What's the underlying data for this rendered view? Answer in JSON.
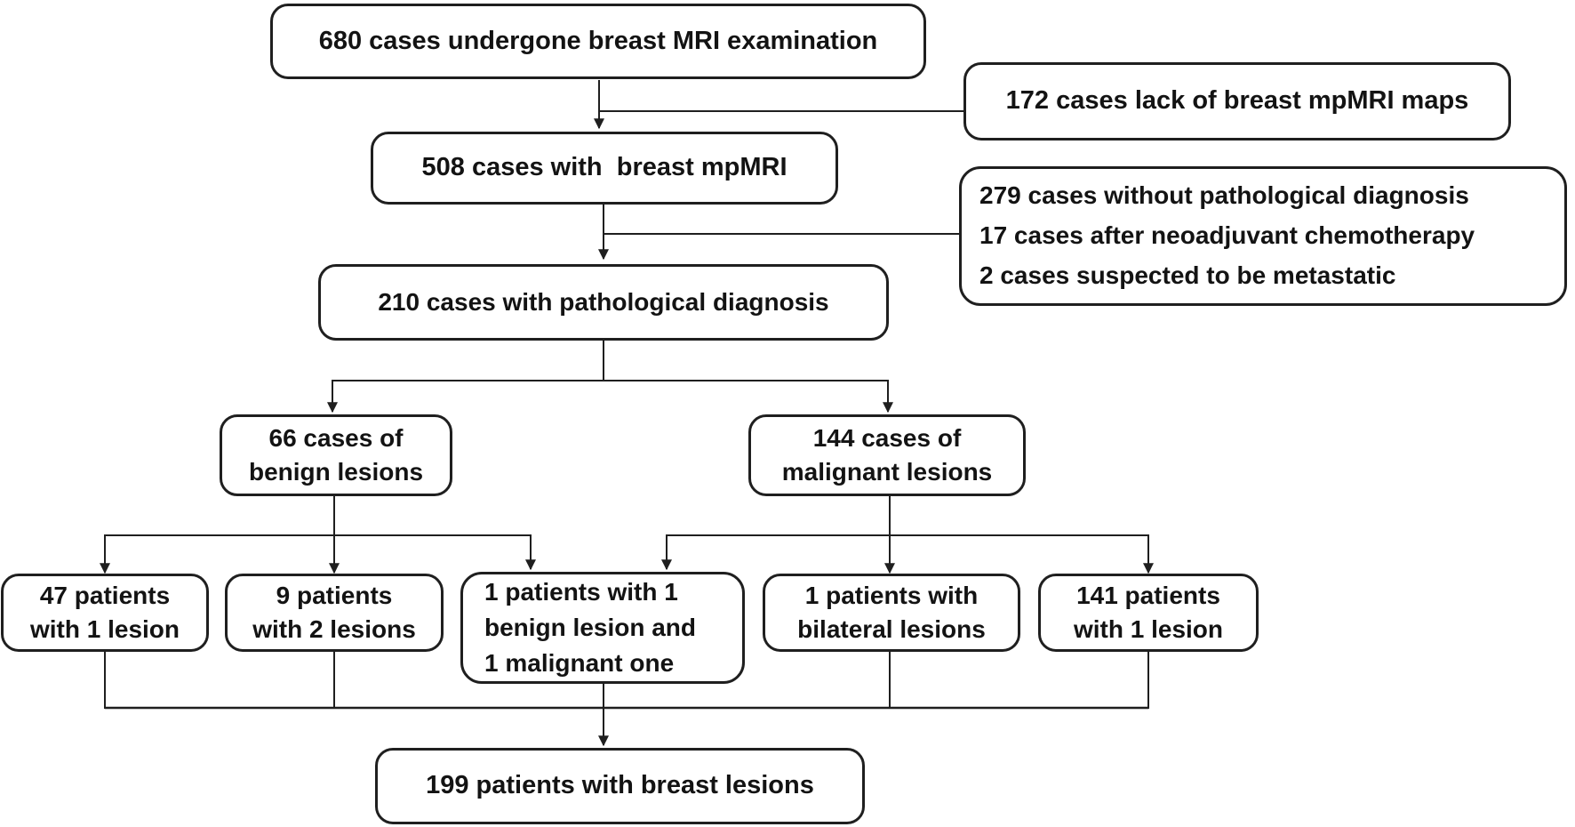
{
  "flowchart": {
    "total": {
      "label": "680 cases undergone breast MRI examination"
    },
    "excluded_no_mpmri": {
      "label": "172 cases lack of breast mpMRI maps"
    },
    "with_mpmri": {
      "label": "508 cases with  breast mpMRI"
    },
    "excluded_other": {
      "label": "279 cases without pathological diagnosis\n17 cases after neoadjuvant chemotherapy\n2 cases suspected to be metastatic"
    },
    "with_pathology": {
      "label": "210 cases with pathological diagnosis"
    },
    "benign": {
      "label": "66 cases of\nbenign lesions"
    },
    "malignant": {
      "label": "144 cases of\nmalignant lesions"
    },
    "benign_one_lesion": {
      "label": "47 patients\nwith 1 lesion"
    },
    "benign_two_lesions": {
      "label": "9 patients\nwith 2 lesions"
    },
    "mixed": {
      "label": "1 patients with 1\nbenign lesion and\n1 malignant one"
    },
    "bilateral": {
      "label": "1 patients with\nbilateral lesions"
    },
    "malignant_one_lesion": {
      "label": "141 patients\nwith 1 lesion"
    },
    "final": {
      "label": "199 patients with breast lesions"
    },
    "colors": {
      "line": "#1f1f1f",
      "box_border": "#1f1f1f",
      "box_fill": "#ffffff",
      "text": "#131313",
      "background": "#ffffff"
    }
  }
}
